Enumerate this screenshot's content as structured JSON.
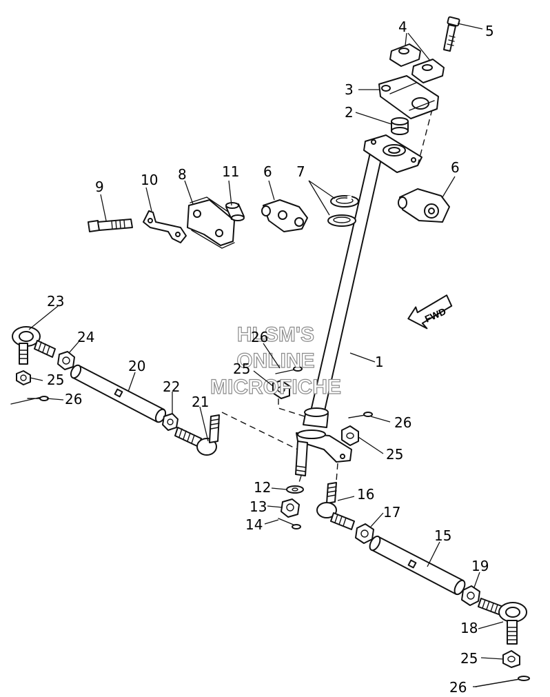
{
  "diagram": {
    "watermark_lines": [
      "HLSM'S",
      "ONLINE",
      "MICROFICHE"
    ],
    "direction_indicator": "FWD",
    "callouts": {
      "c1": "1",
      "c2": "2",
      "c3": "3",
      "c4": "4",
      "c5": "5",
      "c6a": "6",
      "c6b": "6",
      "c7": "7",
      "c8": "8",
      "c9": "9",
      "c10": "10",
      "c11": "11",
      "c12": "12",
      "c13": "13",
      "c14": "14",
      "c15": "15",
      "c16": "16",
      "c17": "17",
      "c18": "18",
      "c19": "19",
      "c20": "20",
      "c21": "21",
      "c22": "22",
      "c23": "23",
      "c24": "24",
      "c25a": "25",
      "c25b": "25",
      "c25c": "25",
      "c25d": "25",
      "c26a": "26",
      "c26b": "26",
      "c26c": "26",
      "c26d": "26"
    }
  }
}
